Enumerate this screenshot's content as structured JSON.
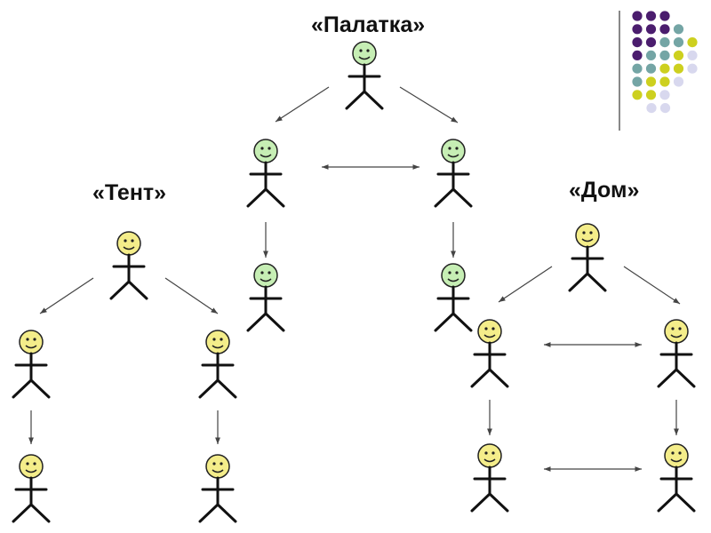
{
  "diagram": {
    "groups": [
      {
        "id": "palatka",
        "title": "«Палатка»",
        "color": "#c6eeb4"
      },
      {
        "id": "tent",
        "title": "«Тент»",
        "color": "#f4ed8a"
      },
      {
        "id": "dom",
        "title": "«Дом»",
        "color": "#f4ed8a"
      }
    ],
    "decor": {
      "dot_colors": [
        "#4b1d6e",
        "#74a5a5",
        "#cdd01f",
        "#d8d8ee"
      ]
    }
  }
}
